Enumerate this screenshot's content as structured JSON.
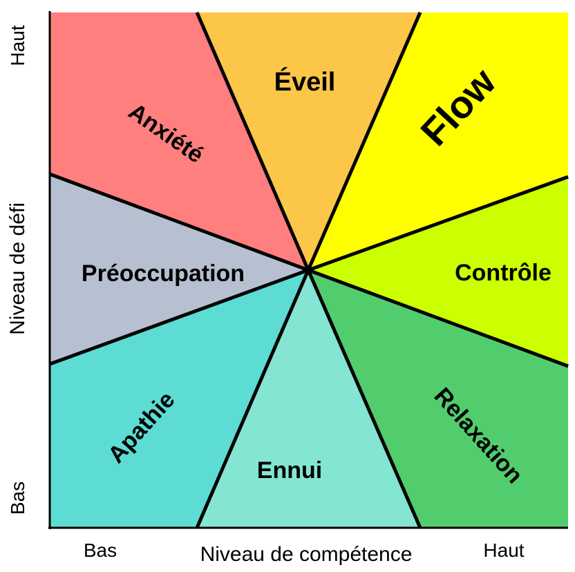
{
  "axes": {
    "y_label": "Niveau de défi",
    "y_high": "Haut",
    "y_low": "Bas",
    "x_label": "Niveau de compétence",
    "x_low": "Bas",
    "x_high": "Haut"
  },
  "regions": [
    {
      "key": "eveil",
      "label": "Éveil",
      "color": "#fcc648"
    },
    {
      "key": "flow",
      "label": "Flow",
      "color": "#ffff00"
    },
    {
      "key": "controle",
      "label": "Contrôle",
      "color": "#ccff00"
    },
    {
      "key": "relaxation",
      "label": "Relaxation",
      "color": "#52cd6d"
    },
    {
      "key": "ennui",
      "label": "Ennui",
      "color": "#84e5d3"
    },
    {
      "key": "apathie",
      "label": "Apathie",
      "color": "#5cdcd3"
    },
    {
      "key": "preoccupation",
      "label": "Préoccupation",
      "color": "#b6c0d1"
    },
    {
      "key": "anxiete",
      "label": "Anxiété",
      "color": "#ff7f7f"
    }
  ]
}
